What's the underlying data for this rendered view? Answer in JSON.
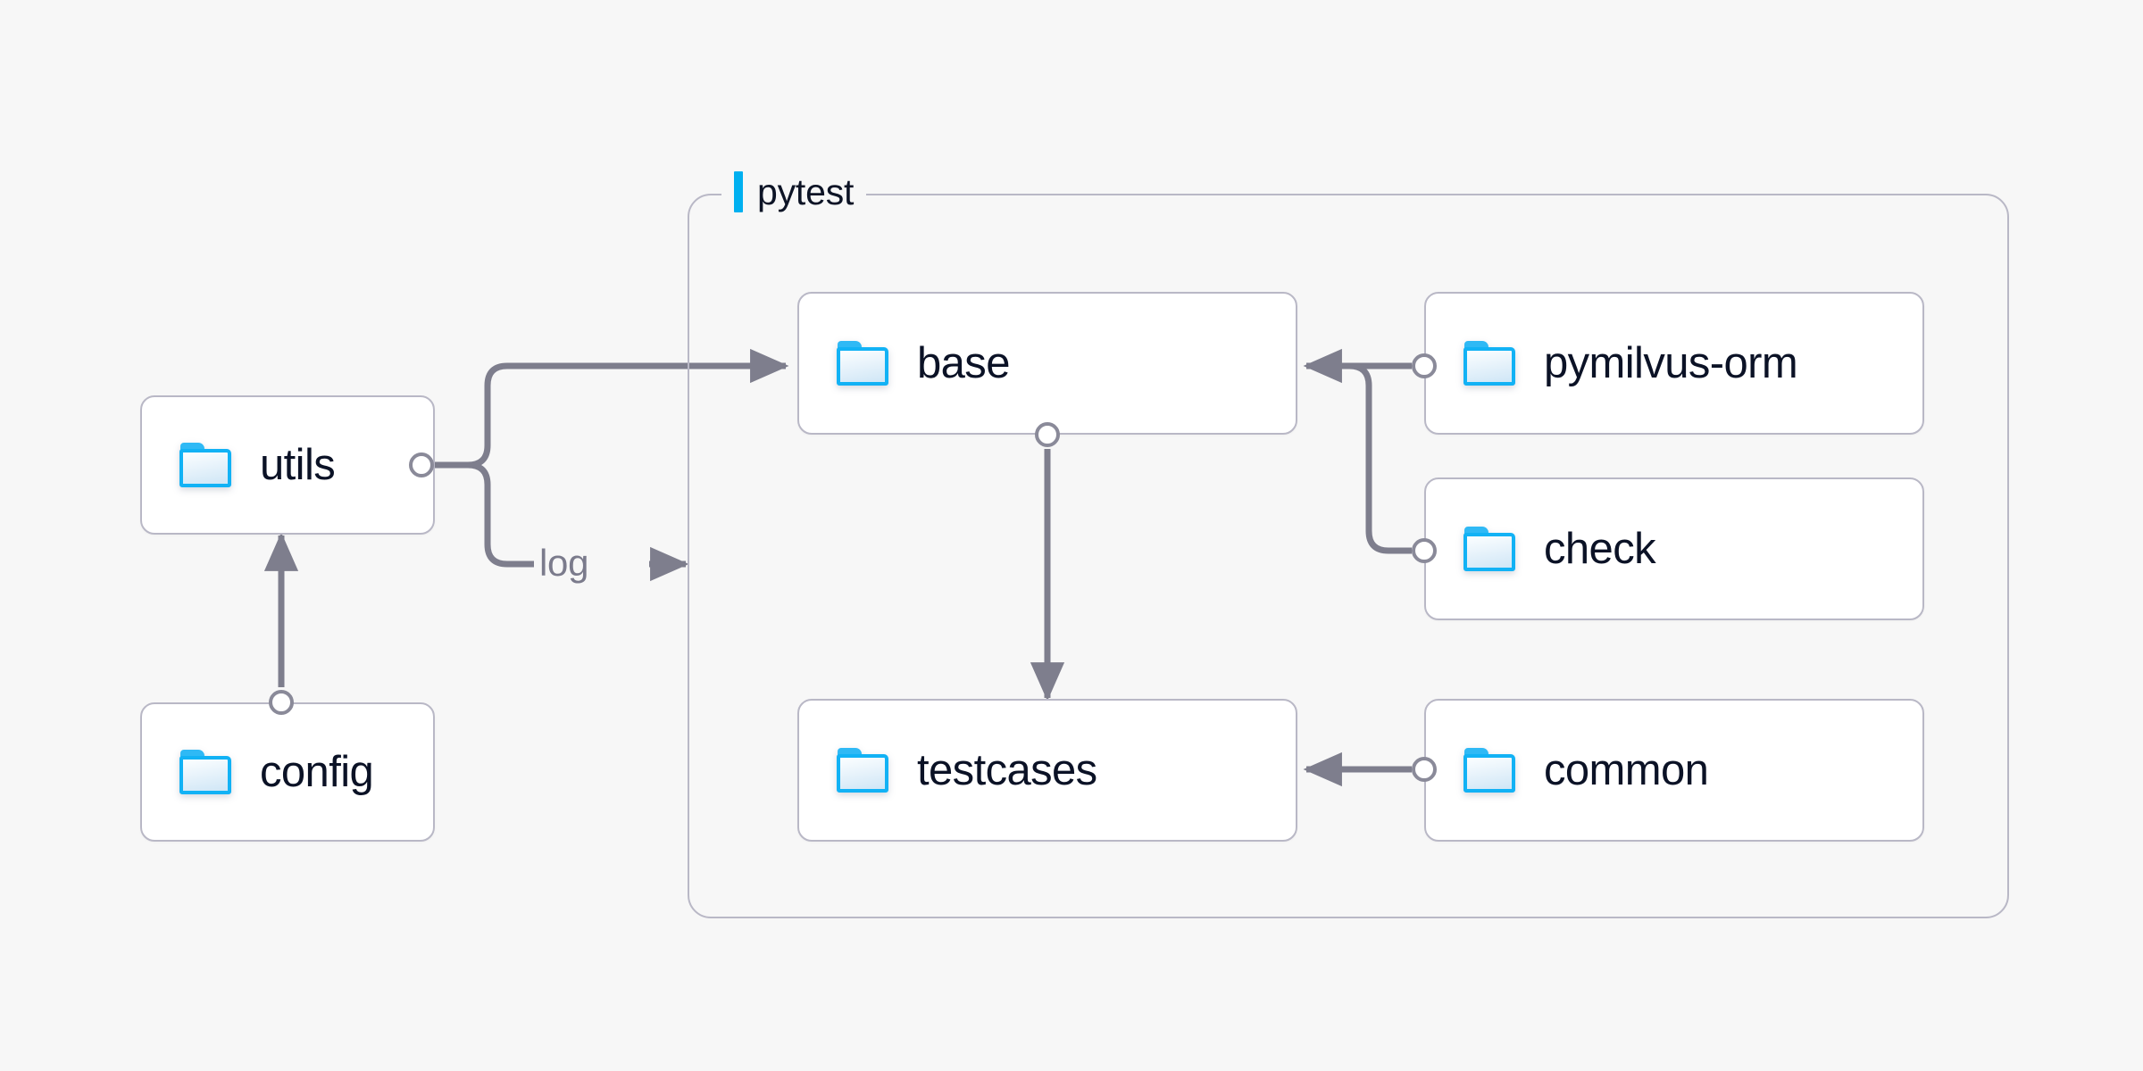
{
  "diagram": {
    "background_color": "#f7f7f7",
    "accent_color": "#00b0f0",
    "edge_color": "#7e7e8d",
    "border_color": "#b9b8c6",
    "node_text_color": "#0b1226",
    "folder_icon_color": "#12b2f5"
  },
  "group": {
    "name": "pytest",
    "label": "pytest"
  },
  "nodes": [
    {
      "id": "utils",
      "label": "utils",
      "icon": "folder-icon"
    },
    {
      "id": "config",
      "label": "config",
      "icon": "folder-icon"
    },
    {
      "id": "base",
      "label": "base",
      "icon": "folder-icon"
    },
    {
      "id": "testcases",
      "label": "testcases",
      "icon": "folder-icon"
    },
    {
      "id": "pymilvus-orm",
      "label": "pymilvus-orm",
      "icon": "folder-icon"
    },
    {
      "id": "check",
      "label": "check",
      "icon": "folder-icon"
    },
    {
      "id": "common",
      "label": "common",
      "icon": "folder-icon"
    }
  ],
  "edges": [
    {
      "from": "config",
      "to": "utils",
      "label": ""
    },
    {
      "from": "utils",
      "to": "base",
      "label": ""
    },
    {
      "from": "utils",
      "to": "pytest",
      "label": "log"
    },
    {
      "from": "base",
      "to": "testcases",
      "label": ""
    },
    {
      "from": "pymilvus-orm",
      "to": "base",
      "label": ""
    },
    {
      "from": "check",
      "to": "base",
      "label": ""
    },
    {
      "from": "common",
      "to": "testcases",
      "label": ""
    }
  ],
  "edge_labels": {
    "log": "log"
  }
}
